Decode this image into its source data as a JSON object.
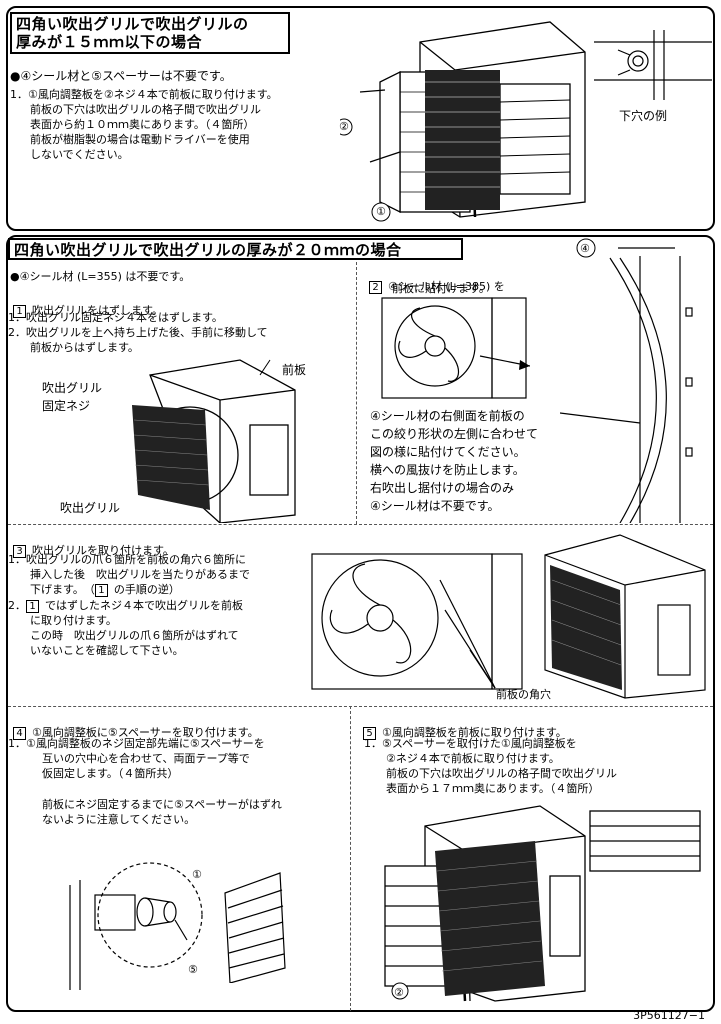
{
  "section1": {
    "title_l1": "四角い吹出グリルで吹出グリルの",
    "title_l2": "厚みが１５ｍｍ以下の場合",
    "bullet": "●④シール材と⑤スペーサーは不要です。",
    "step1": "1．①風向調整板を②ネジ４本で前板に取り付けます。",
    "step1_l2": "前板の下穴は吹出グリルの格子間で吹出グリル",
    "step1_l3": "表面から約１０ｍｍ奥にあります。（４箇所）",
    "step1_l4": "前板が樹脂製の場合は電動ドライバーを使用",
    "step1_l5": "しないでください。",
    "label_hole": "下穴の例",
    "callout_1": "①",
    "callout_2": "②"
  },
  "section2": {
    "title": "四角い吹出グリルで吹出グリルの厚みが２０ｍｍの場合",
    "bullet": "●④シール材 (L=355) は不要です。",
    "step1_head": "吹出グリルをはずします。",
    "step1_num": "1",
    "sub1": "1．吹出グリル固定ネジ４本をはずします。",
    "sub2": "2．吹出グリルを上へ持ち上げた後、手前に移動して",
    "sub2_l2": "前板からはずします。",
    "label_grill_screw_l1": "吹出グリル",
    "label_grill_screw_l2": "固定ネジ",
    "label_front": "前板",
    "label_grill": "吹出グリル",
    "step2_num": "2",
    "step2_l1": "④シール材 (L=385) を",
    "step2_l2": "前板に貼付けます。",
    "seal_l1": "④シール材の右側面を前板の",
    "seal_l2": "この絞り形状の左側に合わせて",
    "seal_l3": "図の様に貼付けてください。",
    "seal_l4": "横への風抜けを防止します。",
    "seal_l5": "右吹出し据付けの場合のみ",
    "seal_l6": "④シール材は不要です。",
    "callout_4": "④",
    "step3_num": "3",
    "step3_head": "吹出グリルを取り付けます。",
    "step3_1": "1．吹出グリルの爪６箇所を前板の角穴６箇所に",
    "step3_1_l2": "挿入した後　吹出グリルを当たりがあるまで",
    "step3_1_l3": "下げます。　（",
    "step3_1_ref": "1",
    "step3_1_l3b": "の手順の逆）",
    "step3_2": "2．",
    "step3_2_ref": "1",
    "step3_2_a": "ではずしたネジ４本で吹出グリルを前板",
    "step3_2_l2": "に取り付けます。",
    "step3_2_l3": "この時　吹出グリルの爪６箇所がはずれて",
    "step3_2_l4": "いないことを確認して下さい。",
    "label_square_hole": "前板の角穴",
    "step4_num": "4",
    "step4_head": "①風向調整板に⑤スペーサーを取り付けます。",
    "step4_1": "1．①風向調整板のネジ固定部先端に⑤スペーサーを",
    "step4_1_l2": "互いの穴中心を合わせて、両面テープ等で",
    "step4_1_l3": "仮固定します。（４箇所共）",
    "step4_note_l1": "前板にネジ固定するまでに⑤スペーサーがはずれ",
    "step4_note_l2": "ないように注意してください。",
    "callout_1": "①",
    "callout_5": "⑤",
    "step5_num": "5",
    "step5_head": "①風向調整板を前板に取り付けます。",
    "step5_1": "1．⑤スペーサーを取付けた①風向調整板を",
    "step5_1_l2": "②ネジ４本で前板に取り付けます。",
    "step5_1_l3": "前板の下穴は吹出グリルの格子間で吹出グリル",
    "step5_1_l4": "表面から１７ｍｍ奥にあります。（４箇所）",
    "callout_2": "②"
  },
  "doc_code": "3P561127−1"
}
